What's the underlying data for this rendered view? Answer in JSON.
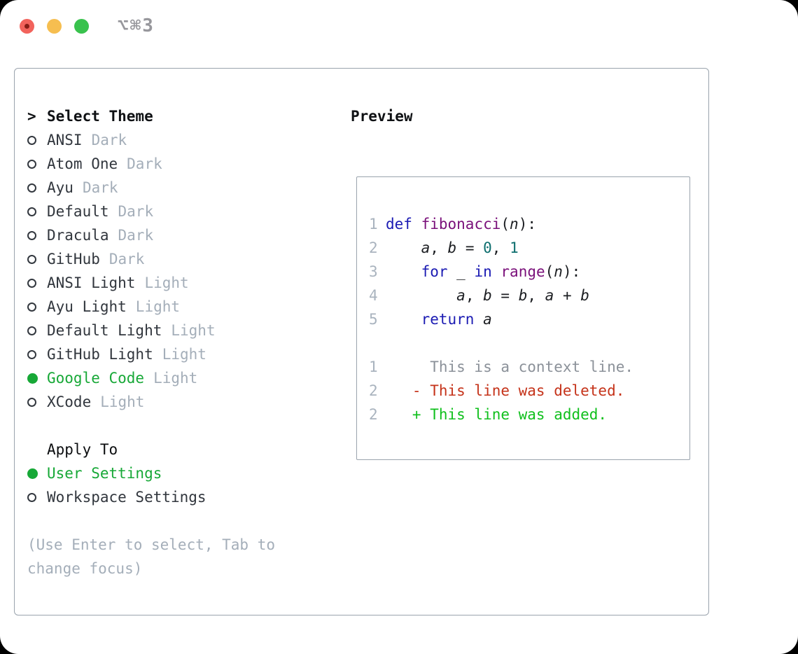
{
  "window": {
    "title": "⌥⌘3",
    "traffic_lights": [
      {
        "name": "close"
      },
      {
        "name": "minimize"
      },
      {
        "name": "zoom"
      }
    ]
  },
  "theme_picker": {
    "header_prefix": ">",
    "header": "Select Theme",
    "items": [
      {
        "name": "ANSI",
        "variant": "Dark",
        "selected": false
      },
      {
        "name": "Atom One",
        "variant": "Dark",
        "selected": false
      },
      {
        "name": "Ayu",
        "variant": "Dark",
        "selected": false
      },
      {
        "name": "Default",
        "variant": "Dark",
        "selected": false
      },
      {
        "name": "Dracula",
        "variant": "Dark",
        "selected": false
      },
      {
        "name": "GitHub",
        "variant": "Dark",
        "selected": false
      },
      {
        "name": "ANSI Light",
        "variant": "Light",
        "selected": false
      },
      {
        "name": "Ayu Light",
        "variant": "Light",
        "selected": false
      },
      {
        "name": "Default Light",
        "variant": "Light",
        "selected": false
      },
      {
        "name": "GitHub Light",
        "variant": "Light",
        "selected": false
      },
      {
        "name": "Google Code",
        "variant": "Light",
        "selected": true
      },
      {
        "name": "XCode",
        "variant": "Light",
        "selected": false
      }
    ],
    "apply_to": {
      "header": "Apply To",
      "options": [
        {
          "label": "User Settings",
          "selected": true
        },
        {
          "label": "Workspace Settings",
          "selected": false
        }
      ]
    },
    "hint": "(Use Enter to select, Tab to change focus)"
  },
  "preview": {
    "heading": "Preview",
    "code_lines": [
      {
        "num": "1",
        "tokens": [
          [
            "kwd",
            "def"
          ],
          [
            "pln",
            " "
          ],
          [
            "typ",
            "fibonacci"
          ],
          [
            "pln",
            "("
          ],
          [
            "var",
            "n"
          ],
          [
            "pln",
            "):"
          ]
        ]
      },
      {
        "num": "2",
        "tokens": [
          [
            "pln",
            "    "
          ],
          [
            "var",
            "a"
          ],
          [
            "pln",
            ", "
          ],
          [
            "var",
            "b"
          ],
          [
            "pln",
            " = "
          ],
          [
            "lit",
            "0"
          ],
          [
            "pln",
            ", "
          ],
          [
            "lit",
            "1"
          ]
        ]
      },
      {
        "num": "3",
        "tokens": [
          [
            "pln",
            "    "
          ],
          [
            "kwd",
            "for"
          ],
          [
            "pln",
            " _ "
          ],
          [
            "kwd",
            "in"
          ],
          [
            "pln",
            " "
          ],
          [
            "typ",
            "range"
          ],
          [
            "pln",
            "("
          ],
          [
            "var",
            "n"
          ],
          [
            "pln",
            "):"
          ]
        ]
      },
      {
        "num": "4",
        "tokens": [
          [
            "pln",
            "        "
          ],
          [
            "var",
            "a"
          ],
          [
            "pln",
            ", "
          ],
          [
            "var",
            "b"
          ],
          [
            "pln",
            " = "
          ],
          [
            "var",
            "b"
          ],
          [
            "pln",
            ", "
          ],
          [
            "var",
            "a"
          ],
          [
            "pln",
            " + "
          ],
          [
            "var",
            "b"
          ]
        ]
      },
      {
        "num": "5",
        "tokens": [
          [
            "pln",
            "    "
          ],
          [
            "kwd",
            "return"
          ],
          [
            "pln",
            " "
          ],
          [
            "var",
            "a"
          ]
        ]
      }
    ],
    "diff_lines": [
      {
        "num": "1",
        "type": "context",
        "text": "     This is a context line."
      },
      {
        "num": "2",
        "type": "deleted",
        "text": "   - This line was deleted."
      },
      {
        "num": "2",
        "type": "added",
        "text": "   + This line was added."
      }
    ]
  },
  "colors": {
    "accent_green": "#17a837",
    "diff_added": "#10c01d",
    "diff_deleted": "#c5331a",
    "diff_context": "#8b9199",
    "code_keyword": "#1b1bb3",
    "code_function": "#7a107a",
    "code_literal": "#0d6e6e",
    "code_plain": "#1c1e22",
    "line_number": "#a9b3be",
    "muted_text": "#a4aeb9",
    "border": "#9aa3ad",
    "traffic_red": "#f2635c",
    "traffic_yellow": "#f6be50",
    "traffic_green": "#39c24d"
  }
}
